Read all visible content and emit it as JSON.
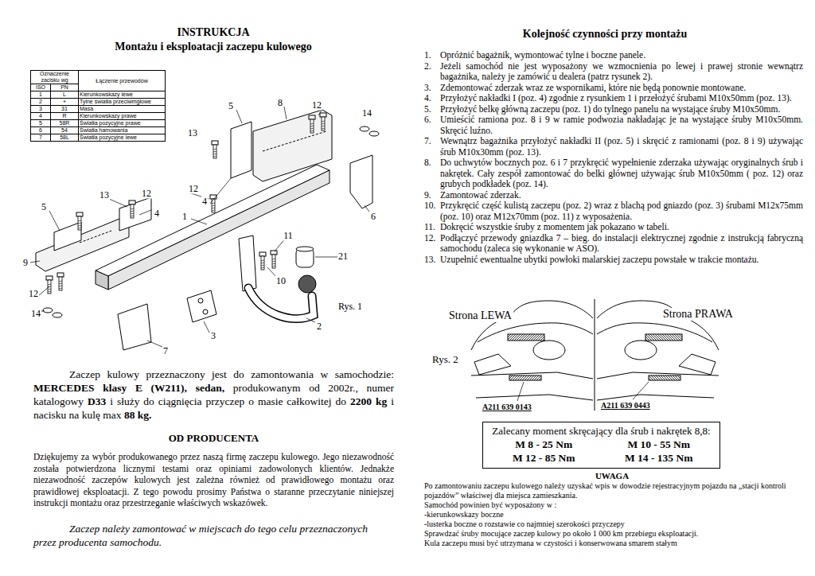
{
  "diagram": {
    "title": "INSTRUKCJA",
    "nodes": [
      {
        "text": [
          "Zalecany moment skręcający dla śrub i nakrętek 8,8:",
          "M 8 - 25 Nm",
          "M 10 - 55 Nm",
          "M 12 - 85 Nm",
          "M 14 - 135 Nm"
        ]
      }
    ],
    "labels": [
      "Montażu i eksploatacji zaczepu kulowego",
      "Kolejność czynności przy montażu",
      "Oznaczenie zacisku wg",
      "Łączenie przewodów",
      "ISO",
      "PN",
      "1",
      "L",
      "Kierunkowskazy lewe",
      "2",
      "+",
      "Tylne światła przeciwmgłowe",
      "3",
      "31",
      "Masa",
      "4",
      "R",
      "Kierunkowskazy prawe",
      "5",
      "58R",
      "Światła pozycyjne prawe",
      "6",
      "54",
      "Światła hamowania",
      "7",
      "58L",
      "Światła pozycyjne lewe",
      "5",
      "8",
      "12",
      "14",
      "13",
      "12",
      "4",
      "6",
      "1",
      "5",
      "13",
      "12",
      "4",
      "9",
      "12",
      "14",
      "7",
      "11",
      "21",
      "10",
      "3",
      "2",
      "Rys. 1",
      "Zaczep kulowy przeznaczony jest do zamontowania w samochodzie:",
      "MERCEDES klasy E (W211), sedan,",
      "produkowanym od 2002r., numer katalogowy",
      "D33",
      "i służy do ciągnięcia przyczep o masie całkowitej do",
      "2200 kg",
      "i nacisku na kulę max",
      "88 kg.",
      "OD PRODUCENTA",
      "Dziękujemy za wybór produkowanego przez naszą firmę zaczepu kulowego. Jego niezawodność została potwierdzona licznymi testami oraz opiniami zadowolonych klientów. Jednakże niezawodność zaczepów kulowych jest zależna również od prawidłowego montażu oraz prawidłowej eksploatacji. Z tego powodu prosimy Państwa o staranne przeczytanie niniejszej instrukcji montażu oraz przestrzeganie właściwych wskazówek.",
      "Zaczep należy zamontować w miejscach do tego celu przeznaczonych przez producenta samochodu.",
      "1.",
      "Opróżnić bagażnik, wymontować tylne i boczne panele.",
      "2.",
      "Jeżeli samochód nie jest wyposażony we wzmocnienia po lewej i prawej stronie wewnątrz bagażnika, należy je zamówić u dealera (patrz rysunek 2).",
      "3.",
      "Zdemontować zderzak wraz ze wspornikami, które nie będą ponownie montowane.",
      "4.",
      "Przyłożyć nakładki I (poz. 4) zgodnie z rysunkiem 1 i przełożyć śrubami M10x50mm (poz. 13).",
      "5.",
      "Przyłożyć belkę główną zaczepu (poz. 1) do tylnego panelu na wystające śruby M10x50mm.",
      "6.",
      "Umieścić ramiona poz. 8 i 9 w ramie podwozia nakładając je na wystające śruby M10x50mm. Skręcić luźno.",
      "7.",
      "Wewnątrz bagażnika przyłożyć nakładki II (poz. 5) i skręcić z ramionami (poz. 8 i 9) używając śrub M10x30mm (poz. 13).",
      "8.",
      "Do uchwytów bocznych poz. 6 i 7 przykręcić wypełnienie zderzaka używając oryginalnych śrub i nakrętek. Cały zespół zamontować do belki głównej używając śrub M10x50mm ( poz. 12) oraz grubych podkładek (poz. 14).",
      "9.",
      "Zamontować zderzak.",
      "10.",
      "Przykręcić część kulistą zaczepu (poz. 2) wraz z blachą pod gniazdo (poz. 3) śrubami M12x75mm (poz. 10) oraz M12x70mm (poz. 11) z wyposażenia.",
      "11.",
      "Dokręcić wszystkie śruby z momentem jak pokazano w tabeli.",
      "12.",
      "Podłączyć przewody gniazdka 7 – bieg. do instalacji elektrycznej zgodnie z instrukcją fabryczną samochodu (zaleca się wykonanie w ASO).",
      "13.",
      "Uzupełnić ewentualne ubytki powłoki malarskiej zaczepu powstałe w trakcie montażu.",
      "Strona LEWA",
      "Strona PRAWA",
      "Rys. 2",
      "A211 639 0143",
      "A211 639 0443",
      "UWAGA",
      "Po zamontowaniu zaczepu kulowego należy uzyskać wpis w dowodzie rejestracyjnym pojazdu na „stacji kontroli pojazdów” właściwej dla miejsca zamieszkania.",
      "Samochód powinien być wyposażony w :",
      "-kierunkowskazy boczne",
      "-lusterka boczne o rozstawie co najmniej szerokości przyczepy",
      "Sprawdzać śruby mocujące zaczep kulowy po około 1 000 km przebiegu eksploatacji.",
      "Kula zaczepu musi być utrzymana w czystości i konserwowana smarem stałym"
    ]
  }
}
